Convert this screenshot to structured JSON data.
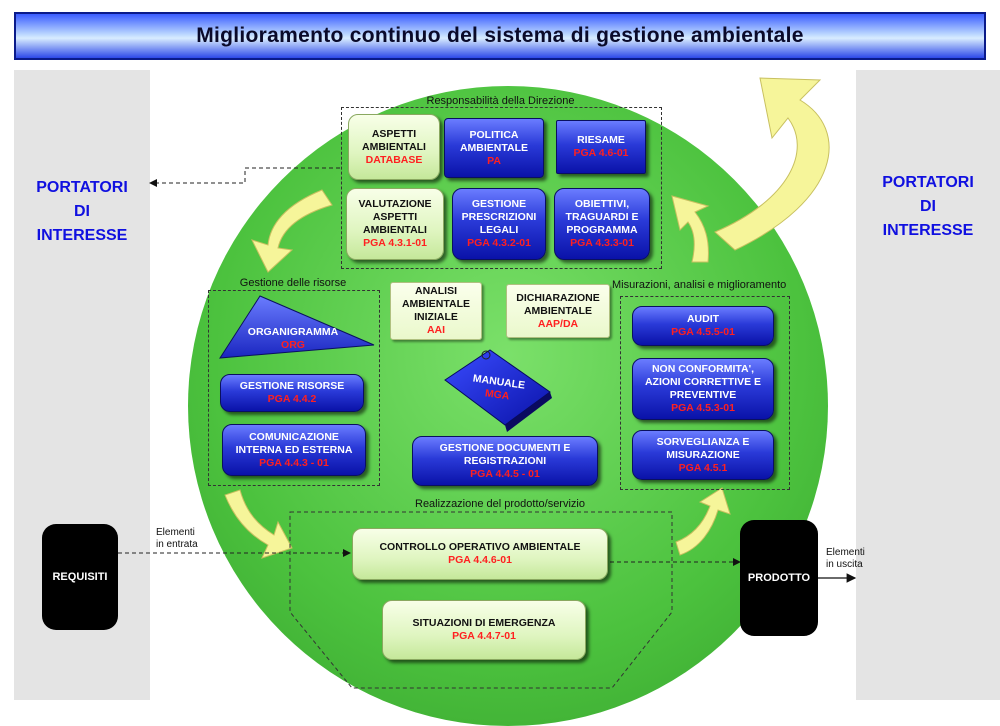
{
  "title": "Miglioramento continuo del sistema di gestione ambientale",
  "portatori_left": [
    "PORTATORI",
    "DI",
    "INTERESSE"
  ],
  "portatori_right": [
    "PORTATORI",
    "DI",
    "INTERESSE"
  ],
  "groups": {
    "direzione": "Responsabilità della Direzione",
    "risorse": "Gestione delle risorse",
    "misurazioni": "Misurazioni, analisi e miglioramento",
    "realizzazione": "Realizzazione del prodotto/servizio"
  },
  "boxes": {
    "aspetti": {
      "lines": [
        "ASPETTI",
        "AMBIENTALI"
      ],
      "code": "DATABASE"
    },
    "politica": {
      "lines": [
        "POLITICA",
        "AMBIENTALE"
      ],
      "code": "PA"
    },
    "riesame": {
      "lines": [
        "RIESAME"
      ],
      "code": "PGA 4.6-01"
    },
    "valutazione": {
      "lines": [
        "VALUTAZIONE",
        "ASPETTI",
        "AMBIENTALI"
      ],
      "code": "PGA 4.3.1-01"
    },
    "prescrizioni": {
      "lines": [
        "GESTIONE",
        "PRESCRIZIONI",
        "LEGALI"
      ],
      "code": "PGA 4.3.2-01"
    },
    "obiettivi": {
      "lines": [
        "OBIETTIVI,",
        "TRAGUARDI E",
        "PROGRAMMA"
      ],
      "code": "PGA 4.3.3-01"
    },
    "analisi": {
      "lines": [
        "ANALISI",
        "AMBIENTALE",
        "INIZIALE"
      ],
      "code": "AAI"
    },
    "dichiarazione": {
      "lines": [
        "DICHIARAZIONE",
        "AMBIENTALE"
      ],
      "code": "AAP/DA"
    },
    "organigramma": {
      "lines": [
        "ORGANIGRAMMA"
      ],
      "code": "ORG"
    },
    "gest_risorse": {
      "lines": [
        "GESTIONE RISORSE"
      ],
      "code": "PGA 4.4.2"
    },
    "comunicazione": {
      "lines": [
        "COMUNICAZIONE",
        "INTERNA ED ESTERNA"
      ],
      "code": "PGA 4.4.3 - 01"
    },
    "manuale": {
      "lines": [
        "MANUALE"
      ],
      "code": "MGA"
    },
    "documenti": {
      "lines": [
        "GESTIONE DOCUMENTI E",
        "REGISTRAZIONI"
      ],
      "code": "PGA 4.4.5 - 01"
    },
    "audit": {
      "lines": [
        "AUDIT"
      ],
      "code": "PGA 4.5.5-01"
    },
    "nonconf": {
      "lines": [
        "NON CONFORMITA',",
        "AZIONI CORRETTIVE E",
        "PREVENTIVE"
      ],
      "code": "PGA 4.5.3-01"
    },
    "sorveglianza": {
      "lines": [
        "SORVEGLIANZA E",
        "MISURAZIONE"
      ],
      "code": "PGA 4.5.1"
    },
    "controllo": {
      "lines": [
        "CONTROLLO OPERATIVO AMBIENTALE"
      ],
      "code": "PGA 4.4.6-01"
    },
    "emergenza": {
      "lines": [
        "SITUAZIONI DI EMERGENZA"
      ],
      "code": "PGA 4.4.7-01"
    }
  },
  "requisiti": "REQUISITI",
  "prodotto": "PRODOTTO",
  "elementi_entrata": [
    "Elementi",
    "in entrata"
  ],
  "elementi_uscita": [
    "Elementi",
    "in uscita"
  ],
  "colors": {
    "accent_blue": "#1010e0",
    "circle_green": "#4cc23e",
    "code_red": "#ff2020",
    "arrow_yellow": "#f6f59a"
  }
}
